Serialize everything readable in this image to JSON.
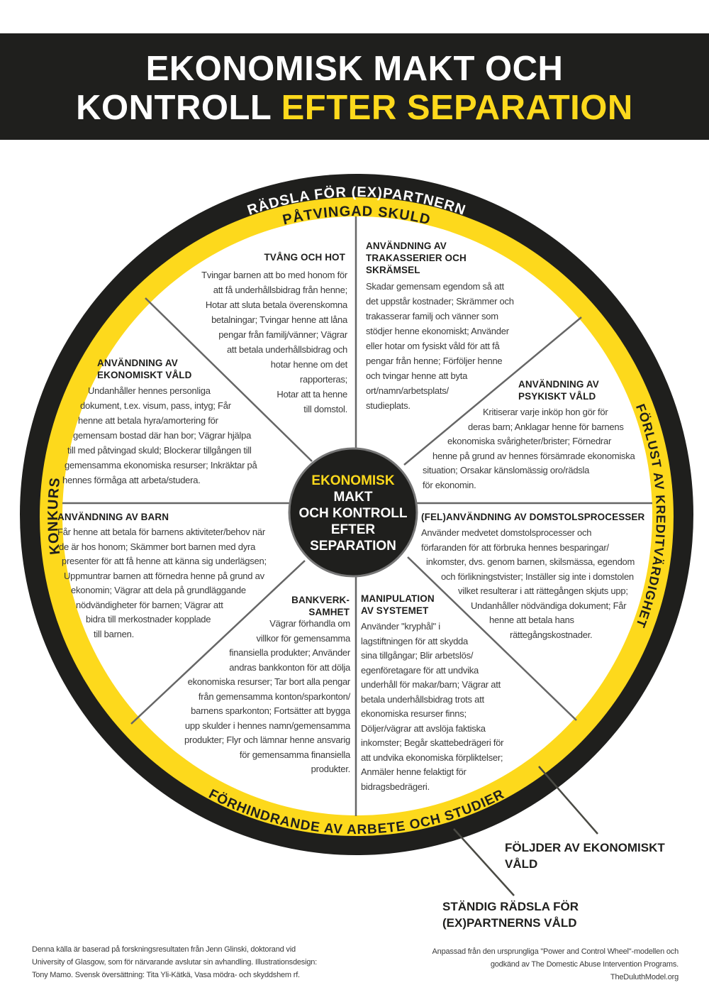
{
  "title": {
    "line1": "EKONOMISK MAKT OCH",
    "line2_white": "KONTROLL",
    "line2_accent": "EFTER SEPARATION"
  },
  "colors": {
    "black": "#1f1f1d",
    "yellow": "#fdd91c",
    "spoke": "#666666",
    "text": "#3a3a3a"
  },
  "ring": {
    "outer_top": "RÄDSLA FÖR (EX)PARTNERN",
    "inner_top": "PÅTVINGAD SKULD",
    "left": "KONKURS",
    "right": "FÖRLUST AV KREDITVÄRDIGHET",
    "bottom": "FÖRHINDRANDE AV ARBETE OCH STUDIER"
  },
  "hub": {
    "lines": [
      "EKONOMISK",
      "MAKT",
      "OCH KONTROLL",
      "EFTER",
      "SEPARATION"
    ]
  },
  "sections": {
    "tvang": {
      "heading": [
        "TVÅNG OCH HOT"
      ],
      "body": [
        "Tvingar barnen att bo med honom för",
        "att få underhållsbidrag från henne;",
        "Hotar att sluta betala överenskomna",
        "betalningar; Tvingar henne att låna",
        "pengar från familj/vänner; Vägrar",
        "att betala underhållsbidrag och",
        "hotar henne om det",
        "rapporteras;",
        "Hotar att ta henne",
        "till domstol."
      ]
    },
    "trakasserier": {
      "heading": [
        "ANVÄNDNING AV",
        "TRAKASSERIER OCH",
        "SKRÄMSEL"
      ],
      "body": [
        "Skadar gemensam egendom så att",
        "det uppstår kostnader; Skrämmer och",
        "trakasserar familj och vänner som",
        "stödjer henne ekonomiskt; Använder",
        "eller hotar om fysiskt våld för att få",
        "pengar från henne; Förföljer henne",
        "och tvingar henne att byta",
        "ort/namn/arbetsplats/",
        "studieplats."
      ]
    },
    "ekonomiskt_vald": {
      "heading": [
        "ANVÄNDNING AV",
        "EKONOMISKT VÅLD"
      ],
      "body": [
        "Undanhåller hennes personliga",
        "dokument, t.ex. visum, pass, intyg; Får",
        "henne att betala hyra/amortering för",
        "gemensam bostad där han bor; Vägrar hjälpa",
        "till med påtvingad skuld; Blockerar tillgången till",
        "gemensamma ekonomiska resurser; Inkräktar på",
        "hennes förmåga att arbeta/studera."
      ]
    },
    "psykiskt_vald": {
      "heading": [
        "ANVÄNDNING AV",
        "PSYKISKT VÅLD"
      ],
      "body": [
        "Kritiserar varje inköp hon gör för",
        "deras barn; Anklagar henne för barnens",
        "ekonomiska svårigheter/brister; Förnedrar",
        "henne på grund av hennes försämrade ekonomiska",
        "situation; Orsakar känslomässig oro/rädsla",
        "för ekonomin."
      ]
    },
    "barn": {
      "heading": [
        "ANVÄNDNING AV BARN"
      ],
      "body": [
        "Får henne att betala för barnens aktiviteter/behov när",
        "de är hos honom; Skämmer bort barnen med dyra",
        "presenter för att få henne att känna sig underlägsen;",
        "Uppmuntrar barnen att förnedra henne på grund av",
        "ekonomin; Vägrar att dela på grundläggande",
        "nödvändigheter för barnen; Vägrar att",
        "bidra till merkostnader kopplade",
        "till barnen."
      ]
    },
    "domstol": {
      "heading": [
        "(FEL)ANVÄNDNING AV DOMSTOLSPROCESSER"
      ],
      "body": [
        "Använder medvetet domstolsprocesser och",
        "förfaranden för att förbruka hennes besparingar/",
        "inkomster, dvs. genom barnen, skilsmässa, egendom",
        "och förlikningstvister; Inställer sig inte i domstolen",
        "vilket resulterar i att rättegången skjuts upp;",
        "Undanhåller nödvändiga dokument; Får",
        "henne att betala hans",
        "rättegångskostnader."
      ]
    },
    "bank": {
      "heading": [
        "BANKVERK-",
        "SAMHET"
      ],
      "body": [
        "Vägrar förhandla om",
        "villkor för gemensamma",
        "finansiella produkter; Använder",
        "andras bankkonton för att dölja",
        "ekonomiska resurser; Tar bort alla pengar",
        "från gemensamma konton/sparkonton/",
        "barnens sparkonton; Fortsätter att bygga",
        "upp skulder i hennes namn/gemensamma",
        "produkter; Flyr och lämnar henne ansvarig",
        "för gemensamma finansiella",
        "produkter."
      ]
    },
    "manipulation": {
      "heading": [
        "MANIPULATION",
        "AV SYSTEMET"
      ],
      "body": [
        "Använder \"kryphål\" i",
        "lagstiftningen för att skydda",
        "sina tillgångar; Blir arbetslös/",
        "egenföretagare för att undvika",
        "underhåll för makar/barn; Vägrar att",
        "betala underhållsbidrag trots att",
        "ekonomiska resurser finns;",
        "Döljer/vägrar att avslöja faktiska",
        "inkomster; Begår skattebedrägeri för",
        "att undvika ekonomiska förpliktelser;",
        "Anmäler henne felaktigt för",
        "bidragsbedrägeri."
      ]
    }
  },
  "callouts": {
    "consequences": [
      "FÖLJDER AV EKONOMISKT",
      "VÅLD"
    ],
    "fear": [
      "STÄNDIG RÄDSLA FÖR",
      "(EX)PARTNERNS VÅLD"
    ]
  },
  "footer": {
    "left": [
      "Denna källa är baserad på forskningsresultaten från Jenn Glinski, doktorand vid",
      "University of Glasgow, som för närvarande avslutar sin avhandling. Illustrationsdesign:",
      "Tony Mamo. Svensk översättning: Tita Yli-Kätkä, Vasa mödra- och skyddshem rf."
    ],
    "right": [
      "Anpassad från den ursprungliga \"Power and Control Wheel\"-modellen och",
      "godkänd av The Domestic Abuse Intervention Programs.",
      "TheDuluthModel.org"
    ]
  }
}
